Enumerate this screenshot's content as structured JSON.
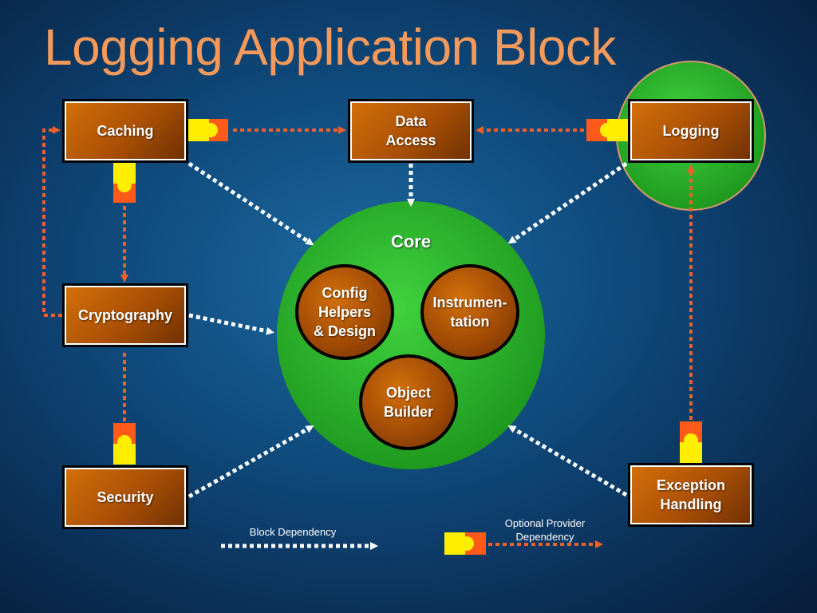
{
  "title": "Logging Application Block",
  "blocks": {
    "caching": "Caching",
    "data_access": "Data\nAccess",
    "logging": "Logging",
    "cryptography": "Cryptography",
    "security": "Security",
    "exception_handling": "Exception\nHandling"
  },
  "core": {
    "label": "Core",
    "config_helpers": "Config\nHelpers\n& Design",
    "instrumentation": "Instrumen-\ntation",
    "object_builder": "Object\nBuilder"
  },
  "legend": {
    "block_dependency": "Block Dependency",
    "optional_provider_dependency": "Optional Provider\nDependency"
  },
  "colors": {
    "title": "#f59a5a",
    "green": "#2fbf2f",
    "orange_box": "#c0600a",
    "optional_arrow": "#f0602a",
    "block_arrow": "#ffffff",
    "plug_yellow": "#ffee00",
    "plug_orange": "#ff5a1a"
  }
}
